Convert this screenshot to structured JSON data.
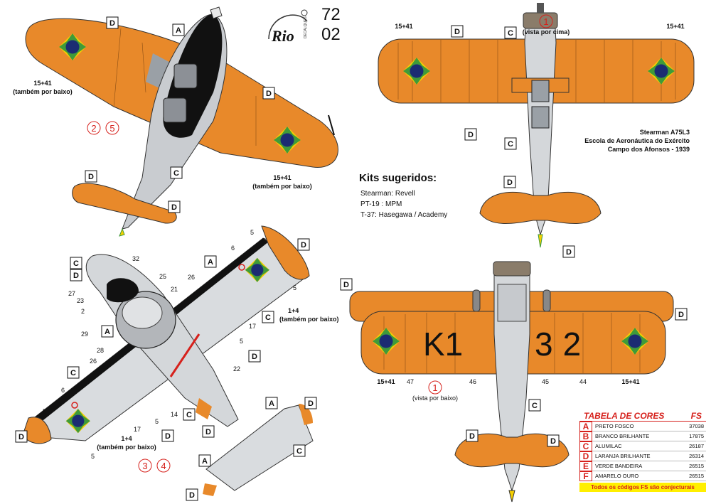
{
  "brand": {
    "name": "Rio",
    "sub": "DECALQUES",
    "number_top": "72",
    "number_bottom": "02"
  },
  "colors": {
    "orange": "#e8892a",
    "silver": "#c9ccd0",
    "black": "#111111",
    "blue": "#1b2c72",
    "green": "#3f9a3a",
    "yellow": "#f6d000",
    "red": "#d6211c"
  },
  "kits": {
    "title": "Kits sugeridos:",
    "items": [
      "Stearman: Revell",
      "PT-19 : MPM",
      "T-37:  Hasegawa / Academy"
    ]
  },
  "caption": {
    "line1": "Stearman A75L3",
    "line2": "Escola de Aeronáutica do Exército",
    "line3": "Campo dos Afonsos - 1939"
  },
  "views": {
    "top_view_number": "1",
    "top_view_label": "(vista por cima)",
    "bottom_view_number": "1",
    "bottom_view_label": "(vista por baixo)"
  },
  "markings": {
    "serial": "15+41",
    "serial_note": "(também por baixo)",
    "serial_t37": "1+4",
    "fuselage_code": "K1",
    "wing_number": "32"
  },
  "profile_numbers": {
    "pt19": [
      "2",
      "5"
    ],
    "t37": [
      "3",
      "4"
    ]
  },
  "callouts": {
    "t37": [
      "5",
      "6",
      "5",
      "32",
      "27",
      "23",
      "2",
      "25",
      "26",
      "21",
      "17",
      "5",
      "29",
      "28",
      "26",
      "22",
      "6",
      "5",
      "17",
      "5",
      "14",
      "5"
    ],
    "stearman_bottom": [
      "47",
      "46",
      "45",
      "44"
    ]
  },
  "color_table": {
    "title": "TABELA DE CORES",
    "fs_header": "FS",
    "rows": [
      {
        "code": "A",
        "name": "PRETO FOSCO",
        "fs": "37038"
      },
      {
        "code": "B",
        "name": "BRANCO BRILHANTE",
        "fs": "17875"
      },
      {
        "code": "C",
        "name": "ALUMILAC",
        "fs": "26187"
      },
      {
        "code": "D",
        "name": "LARANJA BRILHANTE",
        "fs": "26314"
      },
      {
        "code": "E",
        "name": "VERDE BANDEIRA",
        "fs": "26515"
      },
      {
        "code": "F",
        "name": "AMARELO OURO",
        "fs": "26515"
      }
    ],
    "footer": "Todos os códigos FS são conjecturais"
  }
}
